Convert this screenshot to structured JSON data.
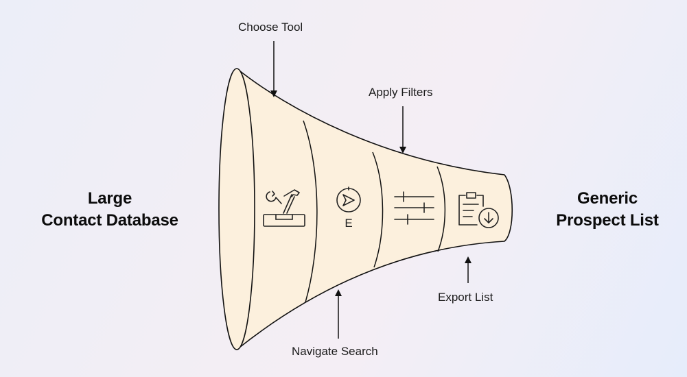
{
  "left_label": {
    "line1": "Large",
    "line2": "Contact Database"
  },
  "right_label": {
    "line1": "Generic",
    "line2": "Prospect List"
  },
  "steps": {
    "choose_tool": "Choose Tool",
    "apply_filters": "Apply Filters",
    "export_list": "Export List",
    "navigate_search": "Navigate Search"
  },
  "compass_letter": "E",
  "colors": {
    "funnel_fill": "#fcf0dd",
    "outline": "#111111"
  }
}
